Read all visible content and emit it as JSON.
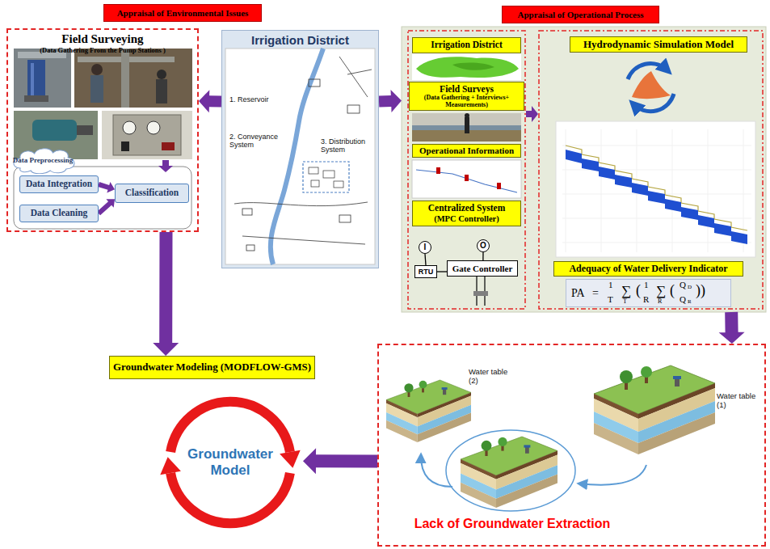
{
  "diagram": {
    "nodes": [
      {
        "text": [
          "Appraisal of Environmental Issues"
        ]
      },
      {
        "text": [
          "Field Surveying",
          "(Data Gathering From the Pump Stations )"
        ]
      },
      {
        "text": [
          "Data Preprocessing"
        ],
        "in": 1
      },
      {
        "text": [
          "Data Integration"
        ],
        "in": 1
      },
      {
        "text": [
          "Data Cleaning"
        ],
        "in": 1
      },
      {
        "text": [
          "Classification"
        ],
        "in": 1
      },
      {
        "text": [
          "Irrigation District"
        ]
      },
      {
        "text": [
          "Appraisal of Operational Process"
        ]
      },
      {
        "text": [
          "Irrigation District"
        ],
        "in": 7
      },
      {
        "text": [
          "Field Surveys",
          "(Data Gathering + Interviews+ Measurements)"
        ],
        "in": 7
      },
      {
        "text": [
          "Operational Information"
        ],
        "in": 7
      },
      {
        "text": [
          "Centralized System",
          "(MPC Controller)"
        ],
        "in": 7
      },
      {
        "text": [
          "I"
        ],
        "in": 7
      },
      {
        "text": [
          "O"
        ],
        "in": 7
      },
      {
        "text": [
          "RTU"
        ],
        "in": 7
      },
      {
        "text": [
          "Gate Controller"
        ],
        "in": 7
      },
      {
        "text": [
          "Hydrodynamic Simulation Model"
        ],
        "in": 7
      },
      {
        "text": [
          "Adequacy of Water Delivery Indicator"
        ],
        "in": 7
      },
      {
        "text": [
          "PA",
          "=",
          "1",
          "T",
          "∑",
          "T",
          "(",
          "1",
          "R",
          "∑",
          "R",
          "(",
          "Q",
          "D",
          "Q",
          "R",
          "))"
        ],
        "in": 7
      },
      {
        "text": [
          "Groundwater Modeling (MODFLOW-GMS)"
        ]
      },
      {
        "text": [
          "Groundwater Model"
        ]
      },
      {
        "text": [
          "Lack of Groundwater Extraction"
        ]
      }
    ],
    "edges": [
      {
        "from": 6,
        "to": 1,
        "arrow": "to"
      },
      {
        "from": 6,
        "to": 7,
        "arrow": "to"
      },
      {
        "from": 3,
        "to": 5,
        "arrow": "to"
      },
      {
        "from": 4,
        "to": 5,
        "arrow": "to"
      },
      {
        "from": 12,
        "to": 14,
        "arrow": "none"
      },
      {
        "from": 13,
        "to": 15,
        "arrow": "none"
      },
      {
        "from": 14,
        "to": 15,
        "arrow": "none"
      },
      {
        "from": 1,
        "to": 19,
        "arrow": "to"
      },
      {
        "from": 7,
        "to": 21,
        "arrow": "to"
      },
      {
        "from": 21,
        "to": 20,
        "arrow": "to"
      }
    ],
    "labels": [
      "1. Reservoir",
      "2. Conveyance System",
      "3. Distribution System",
      "Water table (2)",
      "Water table (1)"
    ]
  }
}
